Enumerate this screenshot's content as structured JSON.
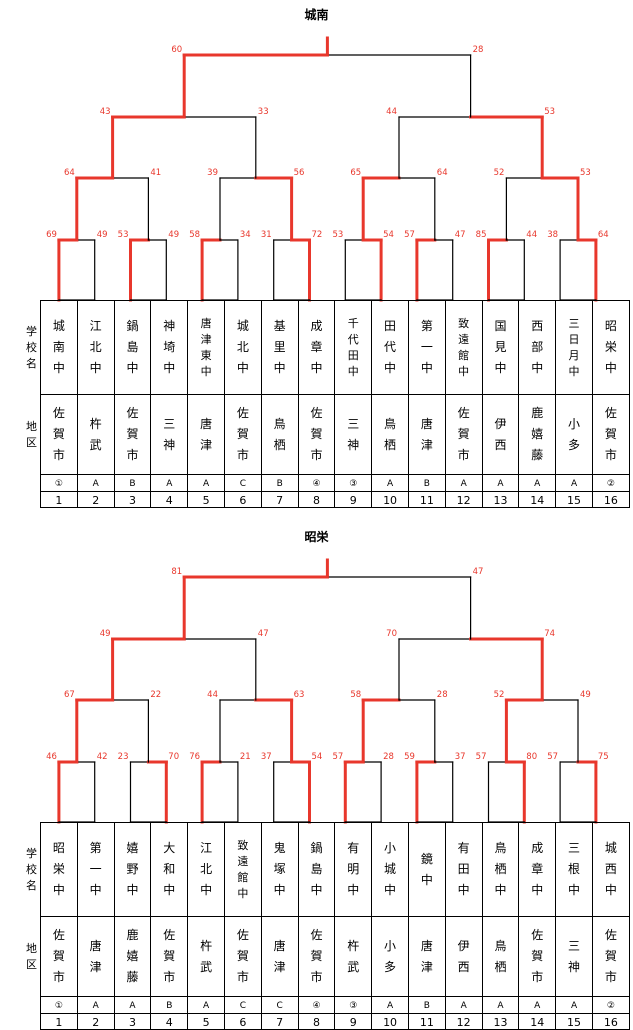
{
  "sections": [
    {
      "title": "城南",
      "row_labels": {
        "school": "学校名",
        "area": "地区"
      },
      "teams": [
        {
          "no": "1",
          "school": "城南中",
          "area": "佐賀市",
          "grade": "①"
        },
        {
          "no": "2",
          "school": "江北中",
          "area": "杵武",
          "grade": "A"
        },
        {
          "no": "3",
          "school": "鍋島中",
          "area": "佐賀市",
          "grade": "B"
        },
        {
          "no": "4",
          "school": "神埼中",
          "area": "三神",
          "grade": "A"
        },
        {
          "no": "5",
          "school": "唐津東中",
          "area": "唐津",
          "grade": "A"
        },
        {
          "no": "6",
          "school": "城北中",
          "area": "佐賀市",
          "grade": "C"
        },
        {
          "no": "7",
          "school": "基里中",
          "area": "鳥栖",
          "grade": "B"
        },
        {
          "no": "8",
          "school": "成章中",
          "area": "佐賀市",
          "grade": "④"
        },
        {
          "no": "9",
          "school": "千代田中",
          "area": "三神",
          "grade": "③"
        },
        {
          "no": "10",
          "school": "田代中",
          "area": "鳥栖",
          "grade": "A"
        },
        {
          "no": "11",
          "school": "第一中",
          "area": "唐津",
          "grade": "B"
        },
        {
          "no": "12",
          "school": "致遠館中",
          "area": "佐賀市",
          "grade": "A"
        },
        {
          "no": "13",
          "school": "国見中",
          "area": "伊西",
          "grade": "A"
        },
        {
          "no": "14",
          "school": "西部中",
          "area": "鹿嬉藤",
          "grade": "A"
        },
        {
          "no": "15",
          "school": "三日月中",
          "area": "小多",
          "grade": "A"
        },
        {
          "no": "16",
          "school": "昭栄中",
          "area": "佐賀市",
          "grade": "②"
        }
      ],
      "rounds": [
        [
          {
            "scores": [
              "69",
              "49"
            ],
            "winner": 0
          },
          {
            "scores": [
              "53",
              "49"
            ],
            "winner": 0
          },
          {
            "scores": [
              "58",
              "34"
            ],
            "winner": 0
          },
          {
            "scores": [
              "31",
              "72"
            ],
            "winner": 1
          },
          {
            "scores": [
              "53",
              "54"
            ],
            "winner": 1
          },
          {
            "scores": [
              "57",
              "47"
            ],
            "winner": 0
          },
          {
            "scores": [
              "85",
              "44"
            ],
            "winner": 0
          },
          {
            "scores": [
              "38",
              "64"
            ],
            "winner": 1
          }
        ],
        [
          {
            "scores": [
              "64",
              "41"
            ],
            "winner": 0
          },
          {
            "scores": [
              "39",
              "56"
            ],
            "winner": 1
          },
          {
            "scores": [
              "65",
              "64"
            ],
            "winner": 0
          },
          {
            "scores": [
              "52",
              "53"
            ],
            "winner": 1
          }
        ],
        [
          {
            "scores": [
              "43",
              "33"
            ],
            "winner": 0
          },
          {
            "scores": [
              "44",
              "53"
            ],
            "winner": 1
          }
        ],
        [
          {
            "scores": [
              "60",
              "28"
            ],
            "winner": 0
          }
        ]
      ]
    },
    {
      "title": "昭栄",
      "row_labels": {
        "school": "学校名",
        "area": "地区"
      },
      "teams": [
        {
          "no": "1",
          "school": "昭栄中",
          "area": "佐賀市",
          "grade": "①"
        },
        {
          "no": "2",
          "school": "第一中",
          "area": "唐津",
          "grade": "A"
        },
        {
          "no": "3",
          "school": "嬉野中",
          "area": "鹿嬉藤",
          "grade": "A"
        },
        {
          "no": "4",
          "school": "大和中",
          "area": "佐賀市",
          "grade": "B"
        },
        {
          "no": "5",
          "school": "江北中",
          "area": "杵武",
          "grade": "A"
        },
        {
          "no": "6",
          "school": "致遠館中",
          "area": "佐賀市",
          "grade": "C"
        },
        {
          "no": "7",
          "school": "鬼塚中",
          "area": "唐津",
          "grade": "C"
        },
        {
          "no": "8",
          "school": "鍋島中",
          "area": "佐賀市",
          "grade": "④"
        },
        {
          "no": "9",
          "school": "有明中",
          "area": "杵武",
          "grade": "③"
        },
        {
          "no": "10",
          "school": "小城中",
          "area": "小多",
          "grade": "A"
        },
        {
          "no": "11",
          "school": "鏡中",
          "area": "唐津",
          "grade": "B"
        },
        {
          "no": "12",
          "school": "有田中",
          "area": "伊西",
          "grade": "A"
        },
        {
          "no": "13",
          "school": "鳥栖中",
          "area": "鳥栖",
          "grade": "A"
        },
        {
          "no": "14",
          "school": "成章中",
          "area": "佐賀市",
          "grade": "A"
        },
        {
          "no": "15",
          "school": "三根中",
          "area": "三神",
          "grade": "A"
        },
        {
          "no": "16",
          "school": "城西中",
          "area": "佐賀市",
          "grade": "②"
        }
      ],
      "rounds": [
        [
          {
            "scores": [
              "46",
              "42"
            ],
            "winner": 0
          },
          {
            "scores": [
              "23",
              "70"
            ],
            "winner": 1
          },
          {
            "scores": [
              "76",
              "21"
            ],
            "winner": 0
          },
          {
            "scores": [
              "37",
              "54"
            ],
            "winner": 1
          },
          {
            "scores": [
              "57",
              "28"
            ],
            "winner": 0
          },
          {
            "scores": [
              "59",
              "37"
            ],
            "winner": 0
          },
          {
            "scores": [
              "57",
              "80"
            ],
            "winner": 1
          },
          {
            "scores": [
              "57",
              "75"
            ],
            "winner": 1
          }
        ],
        [
          {
            "scores": [
              "67",
              "22"
            ],
            "winner": 0
          },
          {
            "scores": [
              "44",
              "63"
            ],
            "winner": 1
          },
          {
            "scores": [
              "58",
              "28"
            ],
            "winner": 0
          },
          {
            "scores": [
              "52",
              "49"
            ],
            "winner": 0
          }
        ],
        [
          {
            "scores": [
              "49",
              "47"
            ],
            "winner": 0
          },
          {
            "scores": [
              "70",
              "74"
            ],
            "winner": 1
          }
        ],
        [
          {
            "scores": [
              "81",
              "47"
            ],
            "winner": 0
          }
        ]
      ]
    }
  ],
  "colors": {
    "win": "#e8372c",
    "line": "#000000",
    "score": "#e8372c"
  }
}
